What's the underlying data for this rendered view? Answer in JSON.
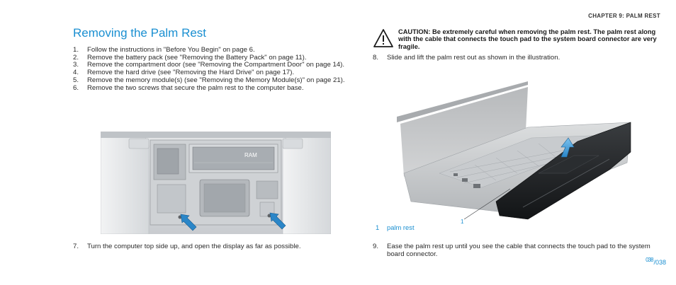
{
  "header": {
    "chapter": "CHAPTER 9: PALM REST"
  },
  "title": "Removing the Palm Rest",
  "steps": [
    {
      "num": "1.",
      "text": "Follow the instructions in \"Before You Begin\" on page 6."
    },
    {
      "num": "2.",
      "text": "Remove the battery pack (see \"Removing the Battery Pack\" on page 11)."
    },
    {
      "num": "3.",
      "text": "Remove the compartment door (see \"Removing the Compartment Door\" on page 14)."
    },
    {
      "num": "4.",
      "text": "Remove the hard drive (see \"Removing the Hard Drive\" on page 17)."
    },
    {
      "num": "5.",
      "text": "Remove the memory module(s) (see \"Removing the Memory Module(s)\" on page 21)."
    },
    {
      "num": "6.",
      "text": "Remove the two screws that secure the palm rest to the computer base."
    }
  ],
  "figure_base": {
    "ram_label": "RAM"
  },
  "step7": {
    "num": "7.",
    "text": "Turn the computer top side up, and open the display as far as possible."
  },
  "caution": {
    "text": "CAUTION: Be extremely careful when removing the palm rest. The palm rest along with the cable that connects the touch pad to the system board connector are very fragile."
  },
  "step8": {
    "num": "8.",
    "text": "Slide and lift the palm rest out as shown in the illustration."
  },
  "callout": {
    "number": "1",
    "label_num": "1",
    "label": "palm rest"
  },
  "step9": {
    "num": "9.",
    "text": "Ease the palm rest up until you see the cable that connects the touch pad to the system board connector."
  },
  "footer": {
    "page_alien": "038",
    "page": "/038"
  },
  "colors": {
    "accent": "#1a8fd1",
    "text": "#2a2a2a",
    "arrow": "#2a86c8"
  }
}
